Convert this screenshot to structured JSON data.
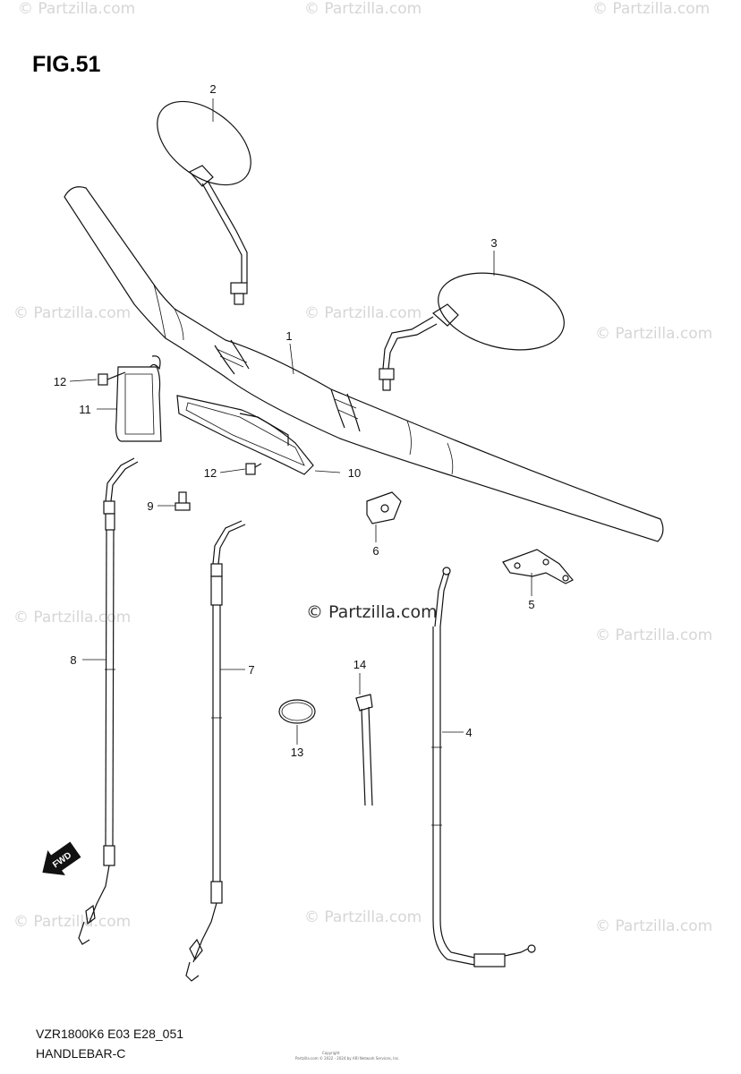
{
  "figure": {
    "title": "FIG.51",
    "model_code": "VZR1800K6 E03 E28_051",
    "subtitle": "HANDLEBAR-C",
    "fwd_label": "FWD"
  },
  "watermark": {
    "corner_text": "© Partzilla.com",
    "center_text": "© Partzilla.com"
  },
  "copyright_small": "Copyright",
  "copyright_small_2": "Partzilla.com © 2022 - 2024 by ARI Network Services, Inc.",
  "parts": [
    {
      "number": "1",
      "name": "handlebar"
    },
    {
      "number": "2",
      "name": "mirror-left"
    },
    {
      "number": "3",
      "name": "mirror-right"
    },
    {
      "number": "4",
      "name": "cable"
    },
    {
      "number": "5",
      "name": "bracket"
    },
    {
      "number": "6",
      "name": "clamp"
    },
    {
      "number": "7",
      "name": "cable"
    },
    {
      "number": "8",
      "name": "cable"
    },
    {
      "number": "9",
      "name": "bolt"
    },
    {
      "number": "10",
      "name": "plate"
    },
    {
      "number": "11",
      "name": "plate"
    },
    {
      "number": "12",
      "name": "screw"
    },
    {
      "number": "12",
      "name": "screw"
    },
    {
      "number": "13",
      "name": "o-ring"
    },
    {
      "number": "14",
      "name": "tie"
    }
  ]
}
